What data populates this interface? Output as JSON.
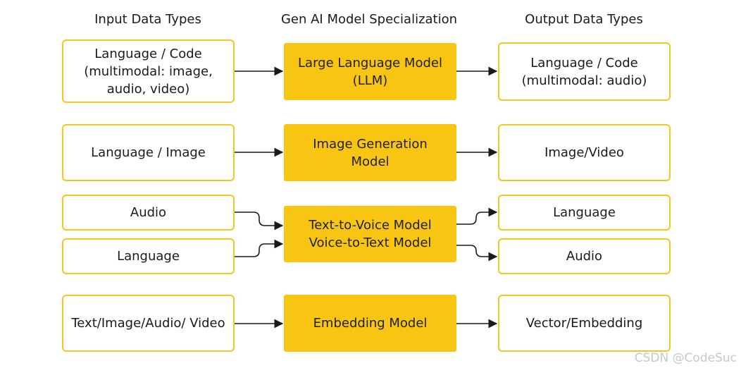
{
  "headers": {
    "input": "Input Data Types",
    "model": "Gen AI Model Specialization",
    "output": "Output Data Types"
  },
  "rows": {
    "llm": {
      "input": "Language / Code\n(multimodal: image,\naudio, video)",
      "model": "Large Language Model\n(LLM)",
      "output": "Language / Code\n(multimodal: audio)"
    },
    "image": {
      "input": "Language / Image",
      "model": "Image Generation\nModel",
      "output": "Image/Video"
    },
    "voice": {
      "input_audio": "Audio",
      "input_language": "Language",
      "model": "Text-to-Voice Model\nVoice-to-Text Model",
      "output_language": "Language",
      "output_audio": "Audio"
    },
    "embedding": {
      "input": "Text/Image/Audio/ Video",
      "model": "Embedding Model",
      "output": "Vector/Embedding"
    }
  },
  "watermark": "CSDN @CodeSuc",
  "colors": {
    "model_fill": "#f8c513",
    "box_border": "#f6c526",
    "arrow": "#1a1a1a"
  }
}
